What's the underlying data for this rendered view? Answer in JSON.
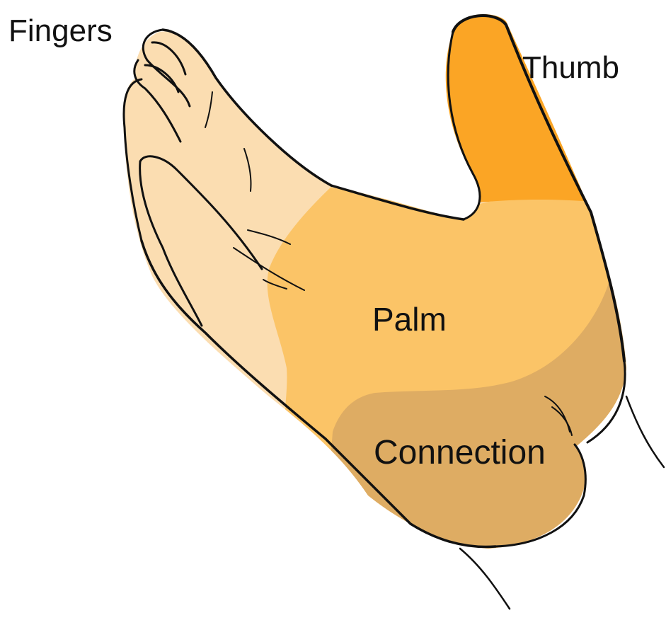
{
  "labels": {
    "fingers": "Fingers",
    "thumb": "Thumb",
    "palm": "Palm",
    "connection": "Connection"
  },
  "colors": {
    "fingers": "#FBDDB1",
    "thumb": "#FBA525",
    "palm": "#FBC467",
    "connection": "#DEAC63",
    "outline": "#111111",
    "background": "#FFFFFF"
  }
}
